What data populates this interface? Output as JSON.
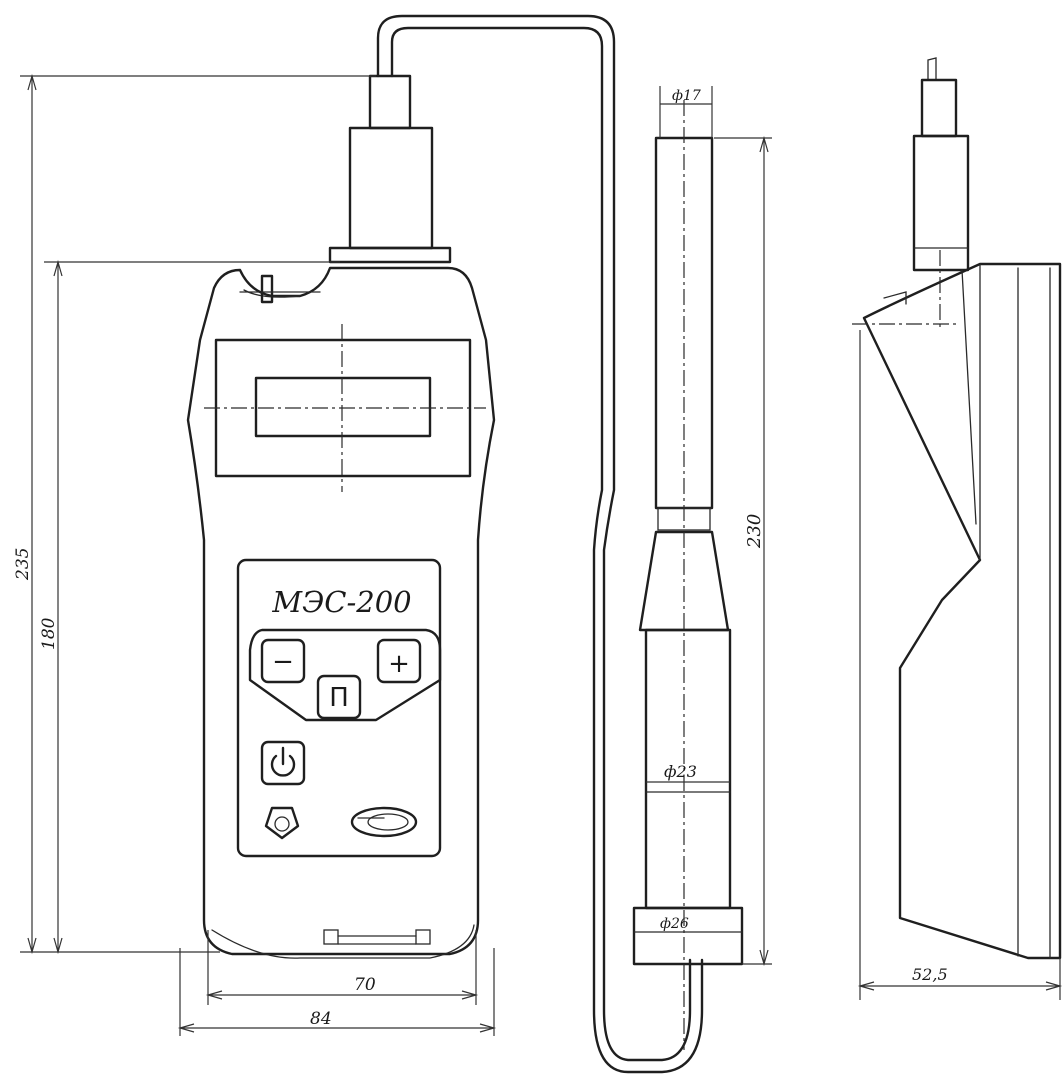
{
  "device": {
    "brand": "МЭС-200",
    "keys": {
      "minus": "−",
      "plus": "+",
      "menu": "П"
    }
  },
  "dimensions": {
    "total_height": "235",
    "body_height": "180",
    "inner_width": "70",
    "outer_width": "84",
    "probe_top_diameter": "ф17",
    "probe_length": "230",
    "probe_mid_diameter": "ф23",
    "probe_base_diameter": "ф26",
    "depth": "52,5"
  },
  "colors": {
    "line": "#1f1f1f",
    "paper": "#ffffff"
  }
}
